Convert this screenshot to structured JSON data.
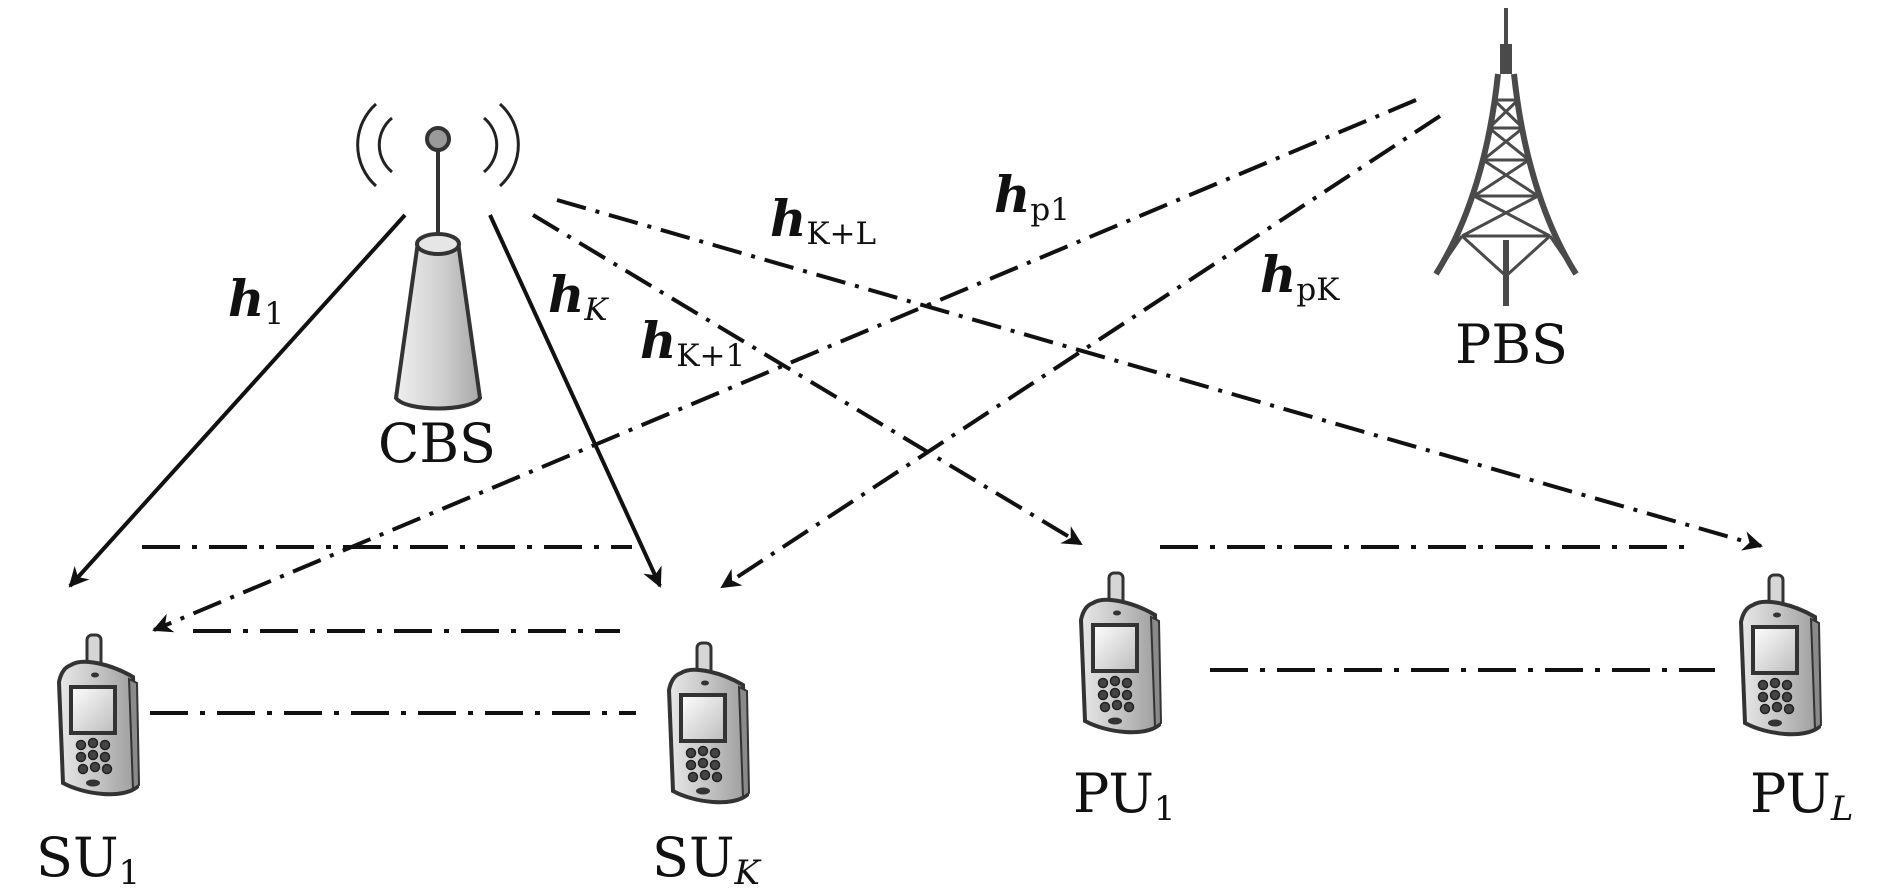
{
  "nodes": {
    "cbs": {
      "label": "CBS"
    },
    "pbs": {
      "label": "PBS"
    },
    "su1": {
      "label": "SU",
      "sub": "1"
    },
    "suk": {
      "label": "SU",
      "sub": "K"
    },
    "pu1": {
      "label": "PU",
      "sub": "1"
    },
    "pul": {
      "label": "PU",
      "sub": "L"
    }
  },
  "channels": {
    "h1": {
      "main": "h",
      "sub": "1"
    },
    "hk": {
      "main": "h",
      "sub": "K"
    },
    "hk1": {
      "main": "h",
      "sub": "K+1"
    },
    "hkl": {
      "main": "h",
      "sub": "K+L"
    },
    "hp1": {
      "main": "h",
      "sub": "p1"
    },
    "hpk": {
      "main": "h",
      "sub": "pK"
    }
  },
  "colors": {
    "line": "#111111",
    "device_body": "#bdbdbd",
    "device_outline": "#333333",
    "tower": "#4a4a4a"
  },
  "icons": [
    "base-station-icon",
    "transmission-tower-icon",
    "mobile-phone-icon"
  ]
}
